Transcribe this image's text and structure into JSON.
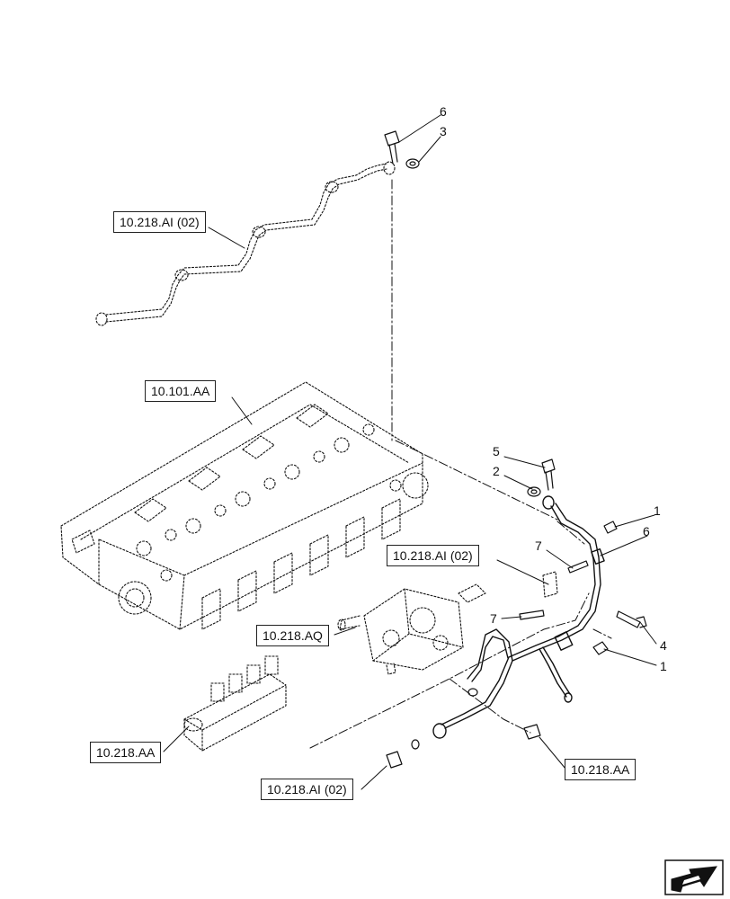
{
  "references": {
    "rail_top": "10.218.AI (02)",
    "cylinder_head": "10.101.AA",
    "rail_mid": "10.218.AI (02)",
    "pump": "10.218.AQ",
    "filter_left": "10.218.AA",
    "rail_bottom": "10.218.AI (02)",
    "filter_right": "10.218.AA"
  },
  "callouts": {
    "top_bolt": "6",
    "top_washer": "3",
    "banjo_bolt": "5",
    "banjo_washer": "2",
    "clip_nut_upper": "1",
    "pipe_bolt": "6",
    "stud_upper": "7",
    "stud_lower": "7",
    "side_bolt": "4",
    "clip_nut_lower": "1"
  },
  "icons": {
    "nav": "next-page-arrow-icon"
  }
}
